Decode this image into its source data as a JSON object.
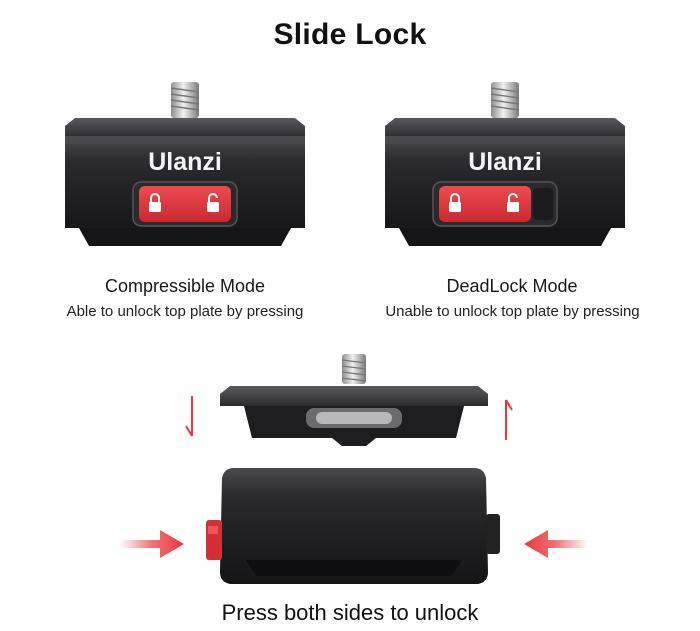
{
  "title": "Slide Lock",
  "brand": "Ulanzi",
  "modes": [
    {
      "title": "Compressible Mode",
      "description": "Able to unlock top plate by pressing"
    },
    {
      "title": "DeadLock Mode",
      "description": "Unable to unlock top plate by pressing"
    }
  ],
  "caption": "Press both sides to unlock",
  "colors": {
    "background": "#ffffff",
    "metal_dark": "#1c1c1e",
    "metal_mid": "#3a3a3c",
    "lock_red": "#e0343a",
    "arrow_red": "#e8373d",
    "screw": "#cfcfcf"
  },
  "icons": [
    "lock-icon",
    "unlock-icon",
    "arrow-right-icon",
    "arrow-left-icon",
    "arrow-down-icon",
    "arrow-up-icon"
  ]
}
